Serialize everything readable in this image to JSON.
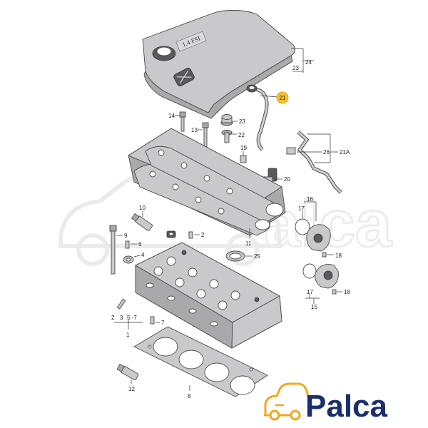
{
  "diagram": {
    "cover_marking": "1.4 FSI",
    "callouts": {
      "c1": "1",
      "c2": "2",
      "c3": "3",
      "c5_7": "5 -7",
      "c4": "4",
      "c6": "6",
      "c7": "7",
      "c8": "8",
      "c9": "9",
      "c10": "10",
      "c11": "11",
      "c12": "12",
      "c13": "13",
      "c14": "14",
      "c15": "15",
      "c16": "16",
      "c17a": "17",
      "c17b": "17",
      "c18a": "18",
      "c18b": "18",
      "c19": "19",
      "c20": "20",
      "c21": "21",
      "c21a": "21A",
      "c22": "22",
      "c23a": "23",
      "c23b": "23",
      "c24": "24",
      "c25": "25",
      "c26": "26"
    },
    "highlighted_part": "21"
  },
  "brand": {
    "name": "Palca",
    "text_color": "#1b2f6e",
    "icon_color": "#f2a81d"
  }
}
